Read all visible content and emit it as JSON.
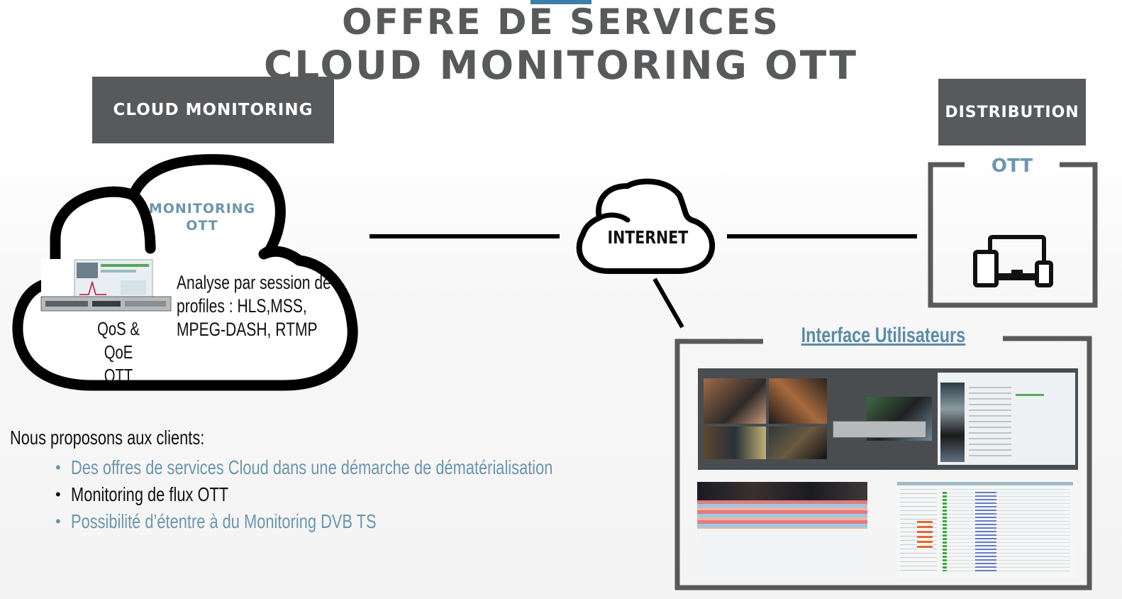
{
  "title": {
    "line1": "OFFRE DE SERVICES",
    "line2": "CLOUD MONITORING OTT"
  },
  "headers": {
    "cloud_monitoring": "CLOUD MONITORING",
    "distribution": "DISTRIBUTION"
  },
  "monitoring_cloud": {
    "label_line1": "MONITORING",
    "label_line2": "OTT",
    "analysis_line1": "Analyse par session de",
    "analysis_line2": "profiles : HLS,MSS,",
    "analysis_line3": "MPEG-DASH, RTMP",
    "qos_line1": "QoS & QoE",
    "qos_line2": "OTT"
  },
  "internet_label": "INTERNET",
  "ott_label": "OTT",
  "user_interface_label": "Interface Utilisateurs",
  "clients": {
    "intro": "Nous proposons aux clients:",
    "bullets": [
      {
        "text": "Des offres de services Cloud dans une démarche de dématérialisation",
        "color": "#6b96ad"
      },
      {
        "text": "Monitoring de flux OTT",
        "color": "#111111"
      },
      {
        "text": "Possibilité d’étentre à du Monitoring DVB TS",
        "color": "#6b96ad"
      }
    ]
  },
  "colors": {
    "accent": "#6b96ad",
    "header_bg": "#58595b",
    "title": "#58595b"
  },
  "icons": [
    "cloud-icon",
    "server-icon",
    "devices-icon"
  ]
}
